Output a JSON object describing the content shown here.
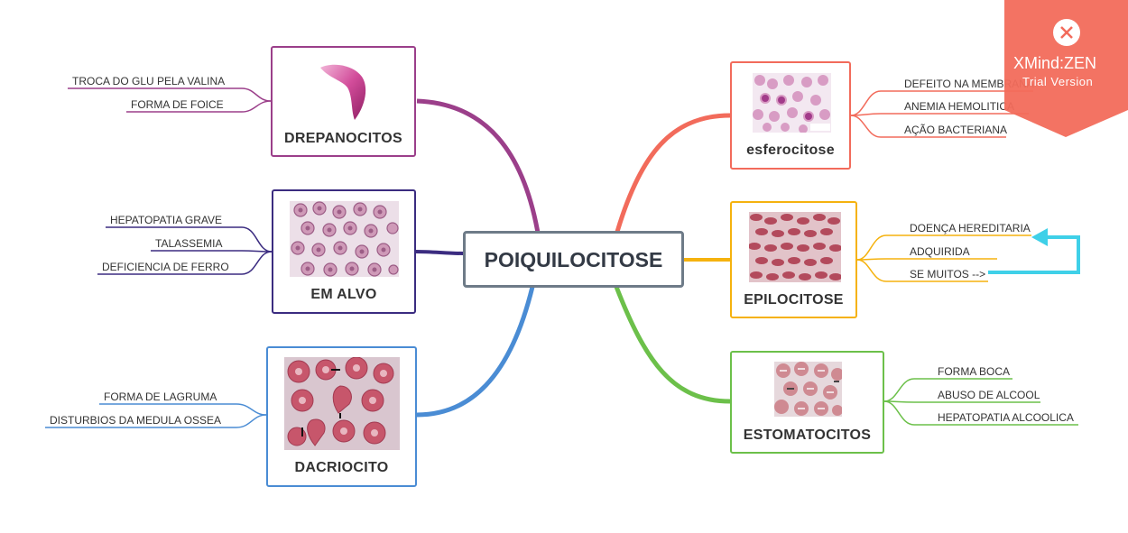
{
  "central": {
    "label": "POIQUILOCITOSE"
  },
  "left": [
    {
      "label": "DREPANOCITOS",
      "color": "#9b3f8a",
      "subtopics": [
        "TROCA DO GLU PELA VALINA",
        "FORMA DE FOICE"
      ]
    },
    {
      "label": "EM ALVO",
      "color": "#3b2c80",
      "subtopics": [
        "HEPATOPATIA GRAVE",
        "TALASSEMIA",
        "DEFICIENCIA DE FERRO"
      ]
    },
    {
      "label": "DACRIOCITO",
      "color": "#4a8cd4",
      "subtopics": [
        "FORMA DE LAGRUMA",
        "DISTURBIOS DA MEDULA OSSEA"
      ]
    }
  ],
  "right": [
    {
      "label": "esferocitose",
      "color": "#f26b5b",
      "subtopics": [
        "DEFEITO NA MEMBRANA",
        "ANEMIA HEMOLITICA",
        "AÇÃO BACTERIANA"
      ]
    },
    {
      "label": "EPILOCITOSE",
      "color": "#f5b20e",
      "subtopics": [
        "DOENÇA HEREDITARIA",
        "ADQUIRIDA",
        "SE MUITOS -->"
      ]
    },
    {
      "label": "ESTOMATOCITOS",
      "color": "#6cc04a",
      "subtopics": [
        "FORMA BOCA",
        "ABUSO DE ALCOOL",
        "HEPATOPATIA ALCOOLICA"
      ]
    }
  ],
  "relationship_color": "#3fd0e8",
  "watermark": {
    "brand": "XMind:ZEN",
    "edition": "Trial Version",
    "color": "#f26b5b",
    "icon": "close-icon"
  }
}
